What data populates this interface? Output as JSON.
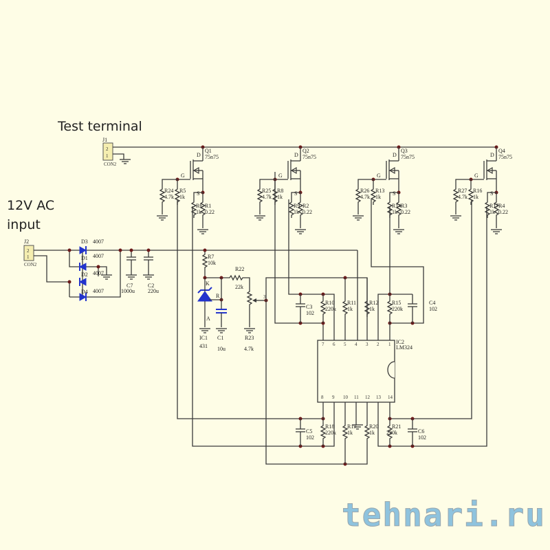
{
  "annotations": {
    "test_terminal": "Test terminal",
    "ac_input_line1": "12V AC",
    "ac_input_line2": "input"
  },
  "connectors": [
    {
      "ref": "J1",
      "part": "CON2",
      "pins": [
        "2",
        "1"
      ]
    },
    {
      "ref": "J2",
      "part": "CON2",
      "pins": [
        "2",
        "1"
      ]
    }
  ],
  "diodes": [
    {
      "ref": "D3",
      "value": "4007"
    },
    {
      "ref": "D1",
      "value": "4007"
    },
    {
      "ref": "D2",
      "value": "4007"
    },
    {
      "ref": "D4",
      "value": "4007"
    }
  ],
  "supply_caps": [
    {
      "ref": "C7",
      "value": "1000u"
    },
    {
      "ref": "C2",
      "value": "220u"
    }
  ],
  "mosfets": [
    {
      "ref": "Q1",
      "part": "75n75",
      "d": "D",
      "g": "G",
      "s": "S",
      "r_gate_gnd": {
        "ref": "R24",
        "value": "4.7k"
      },
      "r_gate": {
        "ref": "R5",
        "value": "1k"
      },
      "r_source_fb": {
        "ref": "R6",
        "value": "1k"
      },
      "r_shunt": {
        "ref": "R1",
        "value": "0.22"
      }
    },
    {
      "ref": "Q2",
      "part": "75n75",
      "d": "D",
      "g": "G",
      "s": "S",
      "r_gate_gnd": {
        "ref": "R25",
        "value": "4.7k"
      },
      "r_gate": {
        "ref": "R8",
        "value": "1k"
      },
      "r_source_fb": {
        "ref": "R9",
        "value": "1k"
      },
      "r_shunt": {
        "ref": "R2",
        "value": "0.22"
      }
    },
    {
      "ref": "Q3",
      "part": "75n75",
      "d": "D",
      "g": "G",
      "s": "S",
      "r_gate_gnd": {
        "ref": "R26",
        "value": "4.7k"
      },
      "r_gate": {
        "ref": "R13",
        "value": "1k"
      },
      "r_source_fb": {
        "ref": "R14",
        "value": "1k"
      },
      "r_shunt": {
        "ref": "R3",
        "value": "0.22"
      }
    },
    {
      "ref": "Q4",
      "part": "75n75",
      "d": "D",
      "g": "G",
      "s": "S",
      "r_gate_gnd": {
        "ref": "R27",
        "value": "4.7k"
      },
      "r_gate": {
        "ref": "R16",
        "value": "1k"
      },
      "r_source_fb": {
        "ref": "R17",
        "value": "1k"
      },
      "r_shunt": {
        "ref": "R4",
        "value": "0.22"
      }
    }
  ],
  "reference": {
    "r7": {
      "ref": "R7",
      "value": "10k"
    },
    "r22": {
      "ref": "R22",
      "value": "22k"
    },
    "ic1": {
      "ref": "IC1",
      "value": "431",
      "k": "K",
      "r": "R",
      "a": "A"
    },
    "c1": {
      "ref": "C1",
      "value": "10u"
    },
    "r23": {
      "ref": "R23",
      "value": "4.7k"
    },
    "wiper_pin": "3"
  },
  "opamp": {
    "ref": "IC2",
    "part": "LM324",
    "top_pins": [
      "7",
      "6",
      "5",
      "4",
      "3",
      "2",
      "1"
    ],
    "bottom_pins": [
      "8",
      "9",
      "10",
      "11",
      "12",
      "13",
      "14"
    ]
  },
  "feedback": [
    {
      "ref": "C3",
      "value": "102"
    },
    {
      "ref": "R10",
      "value": "220k"
    },
    {
      "ref": "R11",
      "value": "1k"
    },
    {
      "ref": "R12",
      "value": "1k"
    },
    {
      "ref": "R15",
      "value": "220k"
    },
    {
      "ref": "C4",
      "value": "102"
    },
    {
      "ref": "C5",
      "value": "102"
    },
    {
      "ref": "R18",
      "value": "220k"
    },
    {
      "ref": "R19",
      "value": "1k"
    },
    {
      "ref": "R20",
      "value": "1k"
    },
    {
      "ref": "R21",
      "value": "220k"
    },
    {
      "ref": "C6",
      "value": "102"
    }
  ],
  "watermark": "tehnari.ru",
  "colors": {
    "background": "#fefde6",
    "wire": "#3a3a3a",
    "junction": "#6b1a1a",
    "diode": "#2233cc",
    "connector": "#f5eeb0"
  }
}
